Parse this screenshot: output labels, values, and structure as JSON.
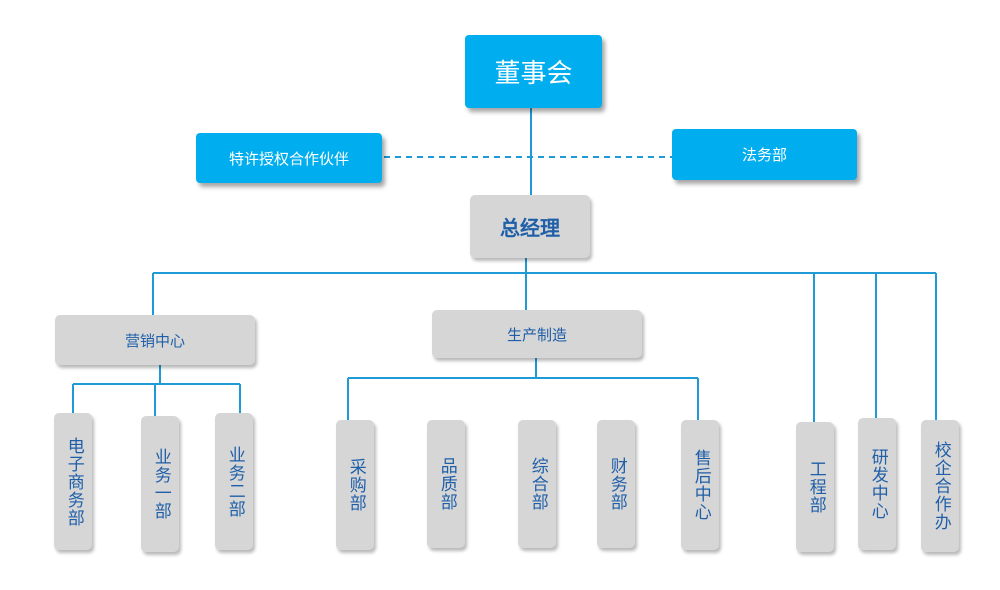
{
  "board": "董事会",
  "partner": "特许授权合作伙伴",
  "legal": "法务部",
  "gm": "总经理",
  "marketing": {
    "label": "营销中心",
    "children": [
      "电子商务部",
      "业务一部",
      "业务二部"
    ]
  },
  "production": {
    "label": "生产制造",
    "children": [
      "采购部",
      "品质部",
      "综合部",
      "财务部",
      "售后中心"
    ]
  },
  "independent": [
    "工程部",
    "研发中心",
    "校企合作办"
  ],
  "colors": {
    "accent": "#00aeef",
    "line": "#1e9ad6",
    "node_gray": "#d6d6d6",
    "text_blue": "#1f5fa8"
  }
}
